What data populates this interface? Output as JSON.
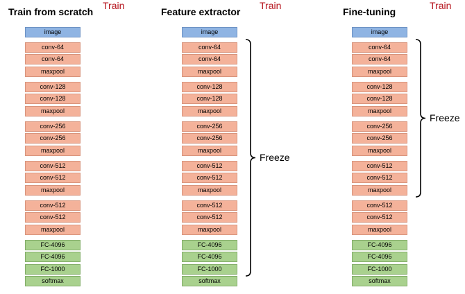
{
  "columns": [
    {
      "title": "Train from scratch",
      "groups": [
        {
          "label": "Train",
          "kind": "train",
          "from": 1,
          "to": 20
        }
      ]
    },
    {
      "title": "Feature extractor",
      "groups": [
        {
          "label": "Freeze",
          "kind": "freeze",
          "from": 1,
          "to": 18
        },
        {
          "label": "Train",
          "kind": "train",
          "from": 19,
          "to": 20
        }
      ]
    },
    {
      "title": "Fine-tuning",
      "groups": [
        {
          "label": "Freeze",
          "kind": "freeze",
          "from": 1,
          "to": 12
        },
        {
          "label": "Train",
          "kind": "train",
          "from": 13,
          "to": 20
        }
      ]
    }
  ],
  "layers": [
    {
      "name": "image",
      "type": "image"
    },
    {
      "name": "conv-64",
      "type": "conv"
    },
    {
      "name": "conv-64",
      "type": "conv"
    },
    {
      "name": "maxpool",
      "type": "conv"
    },
    {
      "name": "conv-128",
      "type": "conv"
    },
    {
      "name": "conv-128",
      "type": "conv"
    },
    {
      "name": "maxpool",
      "type": "conv"
    },
    {
      "name": "conv-256",
      "type": "conv"
    },
    {
      "name": "conv-256",
      "type": "conv"
    },
    {
      "name": "maxpool",
      "type": "conv"
    },
    {
      "name": "conv-512",
      "type": "conv"
    },
    {
      "name": "conv-512",
      "type": "conv"
    },
    {
      "name": "maxpool",
      "type": "conv"
    },
    {
      "name": "conv-512",
      "type": "conv"
    },
    {
      "name": "conv-512",
      "type": "conv"
    },
    {
      "name": "maxpool",
      "type": "conv"
    },
    {
      "name": "FC-4096",
      "type": "fc"
    },
    {
      "name": "FC-4096",
      "type": "fc"
    },
    {
      "name": "FC-1000",
      "type": "fc"
    },
    {
      "name": "softmax",
      "type": "fc"
    }
  ],
  "colors": {
    "image": "#8fb4e3",
    "conv": "#f4b29a",
    "fc": "#a9d18e",
    "train": "#b5121b",
    "freeze": "#000000"
  }
}
